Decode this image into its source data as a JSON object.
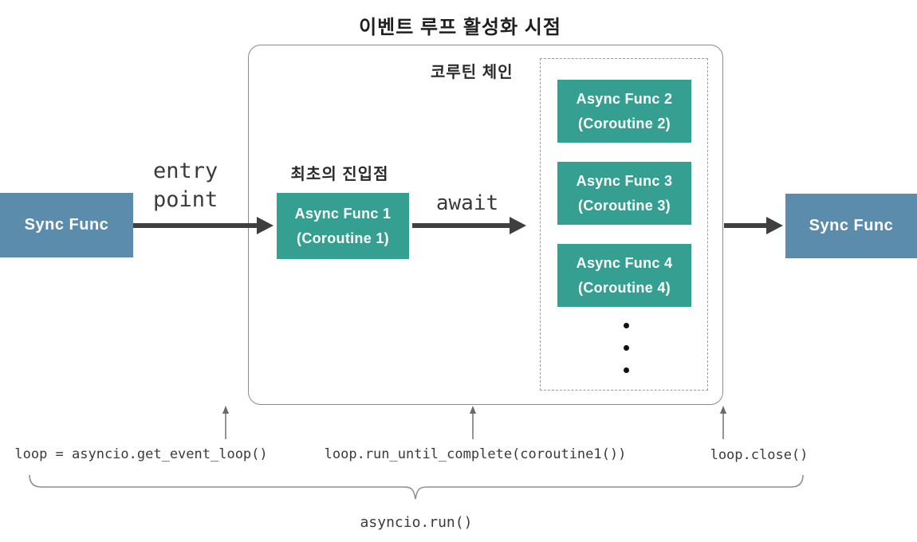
{
  "title": "이벤트 루프 활성화 시점",
  "event_loop_box": {
    "coroutine_chain_label": "코루틴 체인",
    "first_entry_label": "최초의 진입점",
    "entry_func": {
      "line1": "Async Func 1",
      "line2": "(Coroutine 1)"
    },
    "chain_funcs": [
      {
        "line1": "Async Func 2",
        "line2": "(Coroutine 2)"
      },
      {
        "line1": "Async Func 3",
        "line2": "(Coroutine 3)"
      },
      {
        "line1": "Async Func 4",
        "line2": "(Coroutine 4)"
      }
    ]
  },
  "left_sync_func": "Sync Func",
  "right_sync_func": "Sync Func",
  "arrows": {
    "entry_point": {
      "line1": "entry",
      "line2": "point"
    },
    "await_label": "await"
  },
  "code_annotations": [
    "loop = asyncio.get_event_loop()",
    "loop.run_until_complete(coroutine1())",
    "loop.close()"
  ],
  "brace_label": "asyncio.run()",
  "colors": {
    "async_box": "#35A092",
    "sync_box": "#5B8CAB",
    "arrow": "#3F3F3F",
    "box_border": "#8A8A8A"
  }
}
